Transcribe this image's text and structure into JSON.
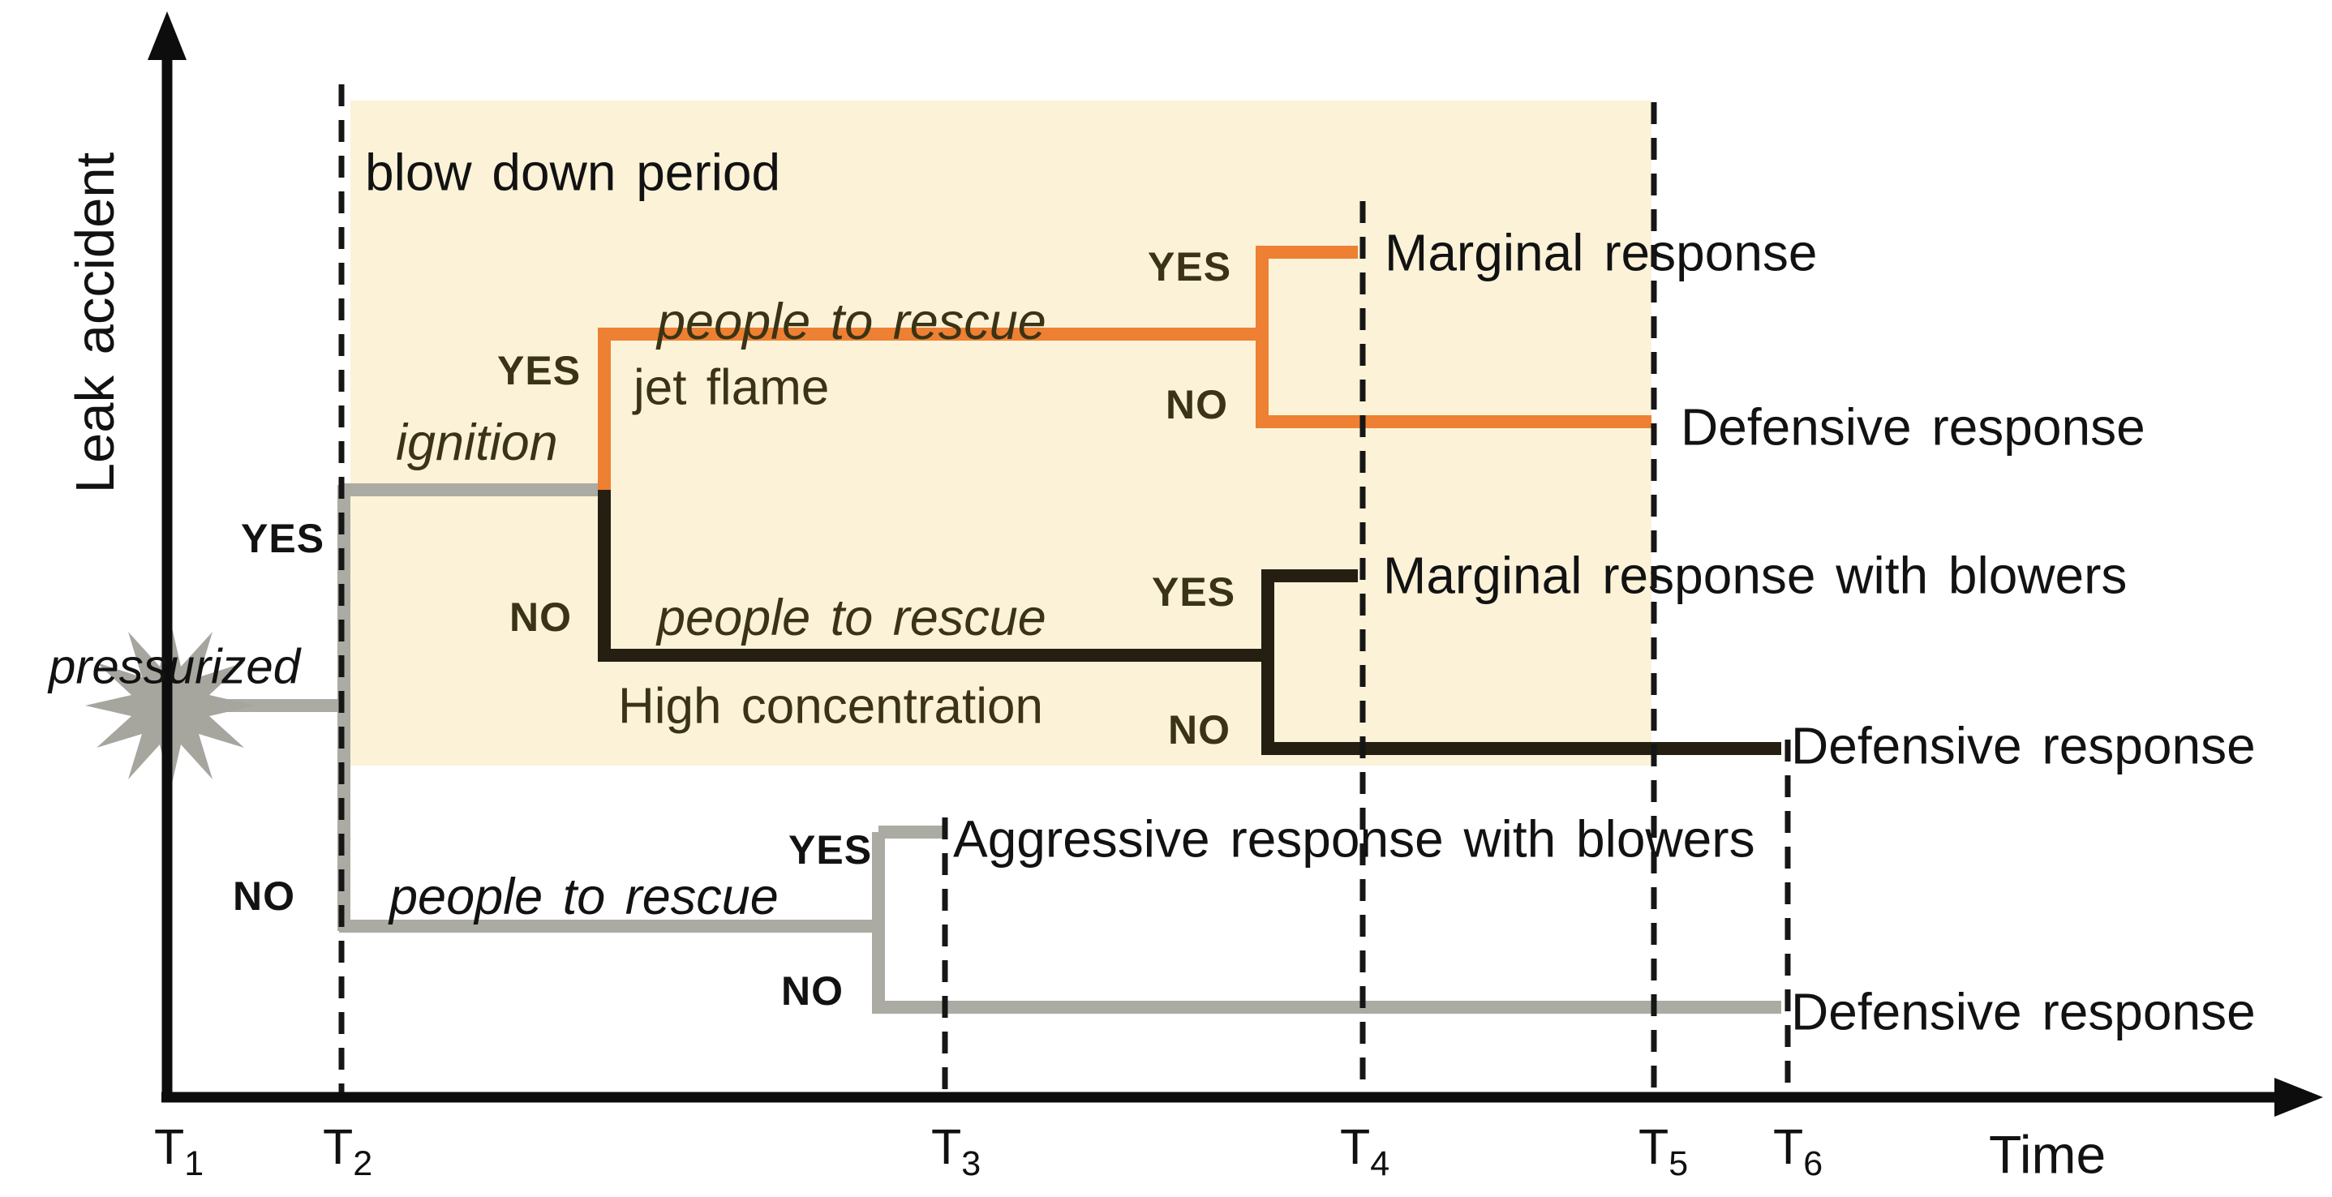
{
  "axes": {
    "y_label": "Leak accident",
    "x_label": "Time",
    "ticks": [
      {
        "base": "T",
        "sub": "1"
      },
      {
        "base": "T",
        "sub": "2"
      },
      {
        "base": "T",
        "sub": "3"
      },
      {
        "base": "T",
        "sub": "4"
      },
      {
        "base": "T",
        "sub": "5"
      },
      {
        "base": "T",
        "sub": "6"
      }
    ]
  },
  "region": {
    "label": "blow down period"
  },
  "tree": {
    "pressurized": {
      "label": "pressurized",
      "yes": "YES",
      "no": "NO"
    },
    "ignition": {
      "label": "ignition",
      "yes": "YES",
      "no": "NO"
    },
    "jet_flame": {
      "label": "jet flame"
    },
    "high_concentration": {
      "label": "High concentration"
    },
    "people_jet": {
      "label": "people to rescue",
      "yes": "YES",
      "no": "NO"
    },
    "people_high": {
      "label": "people to rescue",
      "yes": "YES",
      "no": "NO"
    },
    "people_no_ignition": {
      "label": "people to rescue",
      "yes": "YES",
      "no": "NO"
    }
  },
  "outcomes": {
    "jet_yes": "Marginal response",
    "jet_no": "Defensive response",
    "high_yes": "Marginal response with blowers",
    "high_no": "Defensive response",
    "no_ignition_yes": "Aggressive response with blowers",
    "no_ignition_no": "Defensive response"
  },
  "colors": {
    "jet_branch_orange": "#ED8032",
    "no_ignition_branch_gray": "#ACABA3",
    "high_concentration_branch_dark": "#241F10",
    "blow_down_region_beige": "#FBF2D8",
    "in_region_text_olive": "#3B3315",
    "axis_black": "#0D0D0D"
  }
}
